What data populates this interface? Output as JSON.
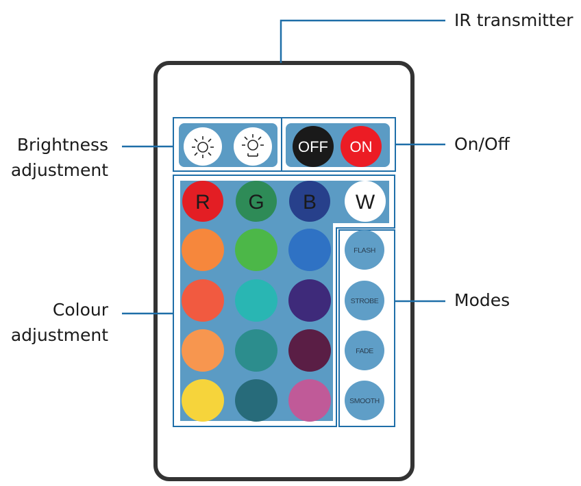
{
  "callouts": {
    "ir_transmitter": "IR transmitter",
    "brightness_line1": "Brightness",
    "brightness_line2": "adjustment",
    "on_off": "On/Off",
    "colour_line1": "Colour",
    "colour_line2": "adjustment",
    "modes": "Modes"
  },
  "buttons": {
    "off": "OFF",
    "on": "ON",
    "red": "R",
    "green": "G",
    "blue": "B",
    "white": "W"
  },
  "modes": [
    "FLASH",
    "STROBE",
    "FADE",
    "SMOOTH"
  ],
  "colors": {
    "callout_line": "#1e6ea8",
    "panel": "#5b9bc4",
    "remote_border": "#333333",
    "off_button": "#1a1a1a",
    "on_button": "#ec1c24",
    "red_button": "#e31e24",
    "green_button": "#2e8b57",
    "blue_button": "#27408b",
    "white_button": "#ffffff",
    "mode_button": "#5f9ec7",
    "swatches": [
      [
        "#f6873c",
        "#4cb748",
        "#2f72c4"
      ],
      [
        "#f15a40",
        "#29b6b3",
        "#3e2a7a"
      ],
      [
        "#f7964f",
        "#2c8d8d",
        "#5a1e45"
      ],
      [
        "#f6d43b",
        "#276b7a",
        "#c05a98"
      ]
    ]
  },
  "icons": [
    "brightness-down-icon",
    "brightness-up-icon"
  ]
}
